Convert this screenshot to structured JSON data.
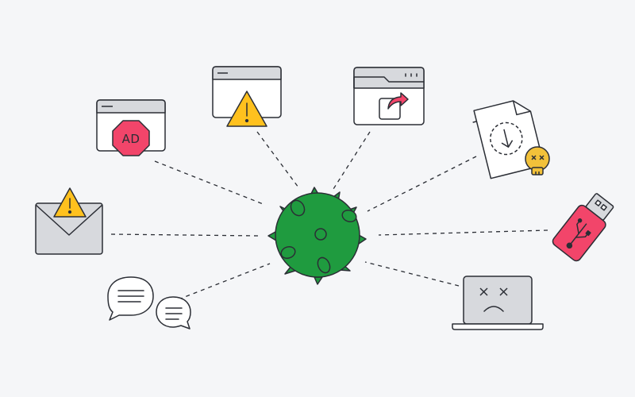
{
  "center": {
    "icon": "virus-icon",
    "fill": "#1f9b3f",
    "stroke": "#2b2e35"
  },
  "colors": {
    "stroke": "#2b2e35",
    "warning": "#ffc11e",
    "danger": "#f2456a",
    "skull": "#f2c13a",
    "panel": "#ffffff",
    "grey": "#d7d9dd",
    "background": "#f5f6f8"
  },
  "nodes": [
    {
      "name": "email-warning",
      "icon": "email-warning-icon"
    },
    {
      "name": "adware-window",
      "icon": "ad-block-window-icon",
      "label": "AD"
    },
    {
      "name": "warning-window",
      "icon": "warning-window-icon"
    },
    {
      "name": "redirect-window",
      "icon": "redirect-window-icon"
    },
    {
      "name": "malicious-download",
      "icon": "skull-download-icon"
    },
    {
      "name": "infected-usb",
      "icon": "usb-drive-icon"
    },
    {
      "name": "broken-laptop",
      "icon": "sad-laptop-icon"
    },
    {
      "name": "chat-messages",
      "icon": "chat-bubbles-icon"
    }
  ]
}
